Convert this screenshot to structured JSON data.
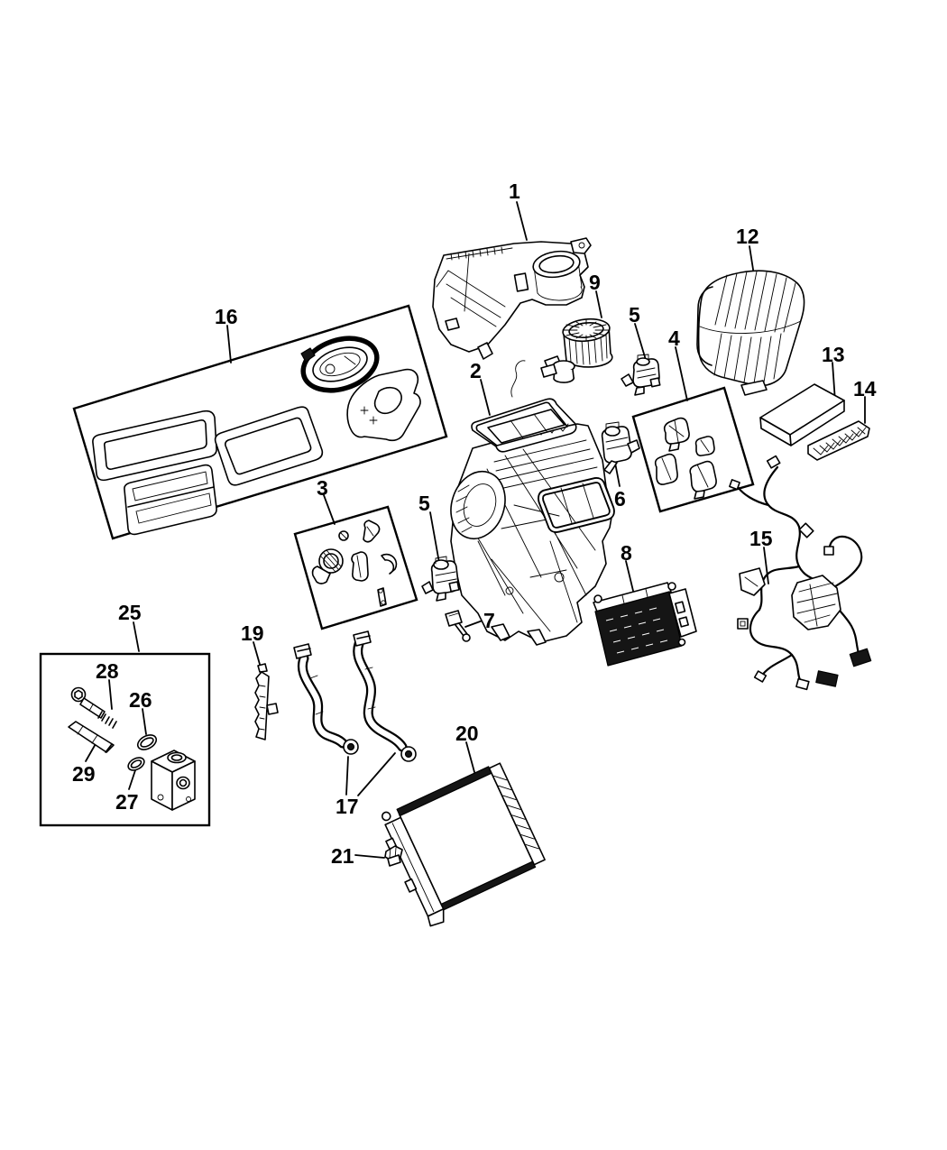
{
  "figure": {
    "kind": "exploded-parts-diagram",
    "subject": "HVAC heater and A/C unit assembly",
    "background_color": "#ffffff",
    "line_color": "#000000"
  },
  "callouts": {
    "part1": "1",
    "part2": "2",
    "part3": "3",
    "part4": "4",
    "part5a": "5",
    "part5b": "5",
    "part6": "6",
    "part7": "7",
    "part8": "8",
    "part9": "9",
    "part12": "12",
    "part13": "13",
    "part14": "14",
    "part15": "15",
    "part16": "16",
    "part17": "17",
    "part19": "19",
    "part20": "20",
    "part21": "21",
    "part25": "25",
    "part26": "26",
    "part27": "27",
    "part28": "28",
    "part29": "29"
  }
}
